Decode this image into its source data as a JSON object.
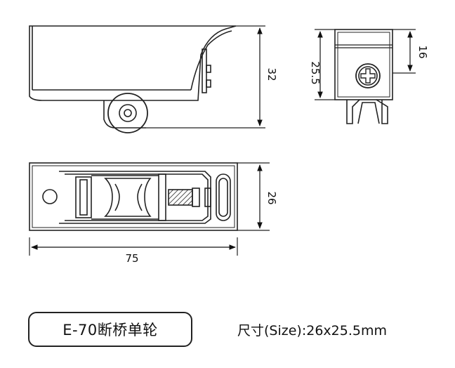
{
  "product_label": "E-70断桥单轮",
  "size_spec": "尺寸(Size):26x25.5mm",
  "dimensions": {
    "side_height": "32",
    "end_height": "25.5",
    "end_width": "16",
    "top_width": "26",
    "top_length": "75"
  }
}
